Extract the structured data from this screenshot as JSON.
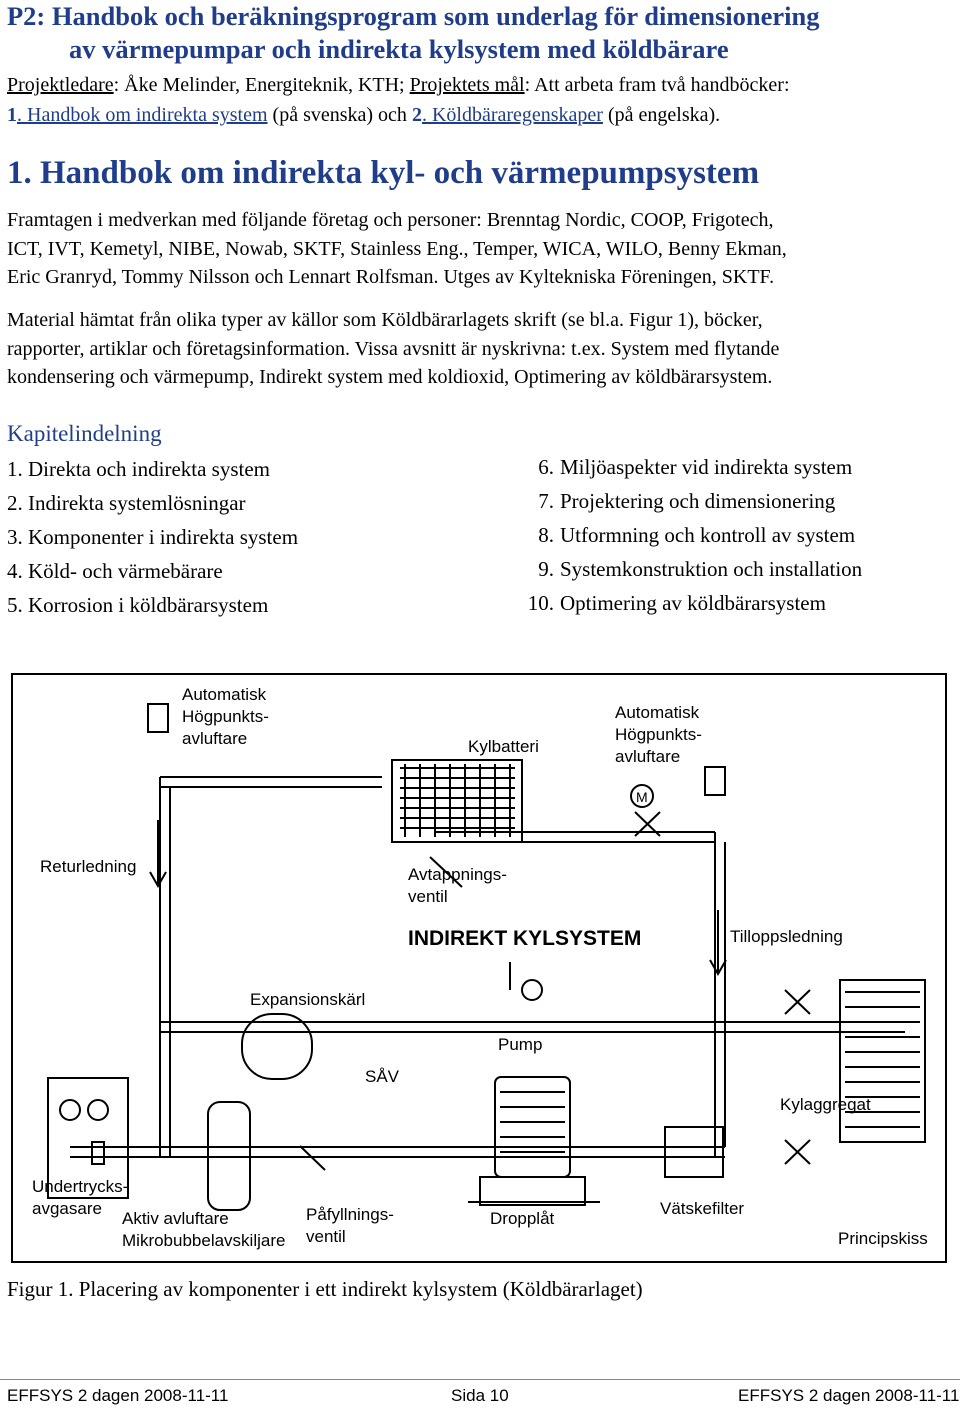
{
  "header": {
    "title_line1": "P2: Handbok och beräkningsprogram som underlag för dimensionering",
    "title_line2": "av värmepumpar och indirekta kylsystem med köldbärare"
  },
  "project": {
    "label_leader": "Projektledare",
    "leader_value": ": Åke Melinder, Energiteknik, KTH; ",
    "label_goal": "Projektets mål",
    "goal_value": ": Att arbeta fram två handböcker:",
    "item1_num": "1",
    "item1_text": ". Handbok om indirekta system",
    "item1_tail": " (på svenska) och ",
    "item2_num": "2",
    "item2_text": ". Köldbäraregenskaper",
    "item2_tail": " (på engelska)."
  },
  "section": {
    "heading": "1. Handbok om indirekta kyl- och värmepumpsystem",
    "para1": [
      "Framtagen i medverkan med följande företag och personer: Brenntag Nordic, COOP, Frigotech,",
      "ICT, IVT, Kemetyl, NIBE, Nowab, SKTF, Stainless Eng., Temper, WICA, WILO, Benny Ekman,",
      "Eric Granryd, Tommy Nilsson och Lennart Rolfsman. Utges av Kyltekniska Föreningen, SKTF."
    ],
    "para2": [
      "Material hämtat från olika typer av källor som Köldbärarlagets skrift (se bl.a. Figur 1), böcker,",
      "rapporter, artiklar och företagsinformation. Vissa avsnitt är nyskrivna: t.ex. System med flytande",
      "kondensering och värmepump, Indirekt system med koldioxid, Optimering av köldbärarsystem."
    ]
  },
  "chapters": {
    "heading": "Kapitelindelning",
    "left": [
      "1. Direkta och indirekta system",
      "2. Indirekta systemlösningar",
      "3. Komponenter i indirekta system",
      "4. Köld- och värmebärare",
      "5. Korrosion i köldbärarsystem"
    ],
    "right_nums": [
      "6.",
      "7.",
      "8.",
      "9.",
      "10."
    ],
    "right": [
      "Miljöaspekter vid indirekta system",
      "Projektering och dimensionering",
      "Utformning och kontroll av system",
      "Systemkonstruktion och installation",
      "Optimering av köldbärarsystem"
    ]
  },
  "diagram": {
    "title": "INDIREKT KYLSYSTEM",
    "labels": {
      "auto_left": [
        "Automatisk",
        "Högpunkts-",
        "avluftare"
      ],
      "auto_right": [
        "Automatisk",
        "Högpunkts-",
        "avluftare"
      ],
      "kylbatteri": "Kylbatteri",
      "returledning": "Returledning",
      "avtappning": [
        "Avtappnings-",
        "ventil"
      ],
      "tillopp": "Tilloppsledning",
      "expansion": "Expansionskärl",
      "pump": "Pump",
      "sav": "SÅV",
      "kylaggregat": "Kylaggregat",
      "undertryck": [
        "Undertrycks-",
        "avgasare"
      ],
      "aktiv": [
        "Aktiv avluftare",
        "Mikrobubbelavskiljare"
      ],
      "pafyllning": [
        "Påfyllnings-",
        "ventil"
      ],
      "dropplat": "Dropplåt",
      "vatskefilter": "Vätskefilter",
      "principskiss": "Principskiss",
      "motor_m": "M"
    }
  },
  "caption": "Figur 1. Placering av komponenter i ett indirekt kylsystem (Köldbärarlaget)",
  "footer": {
    "left": "EFFSYS 2 dagen 2008-11-11",
    "center": "Sida 10",
    "right": "EFFSYS 2 dagen 2008-11-11"
  }
}
